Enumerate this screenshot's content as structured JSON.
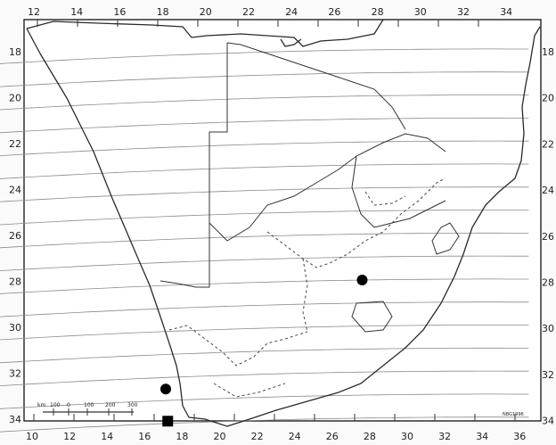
{
  "map": {
    "top_longitude_labels": [
      "12",
      "14",
      "16",
      "18",
      "20",
      "22",
      "24",
      "26",
      "28",
      "30",
      "32",
      "34"
    ],
    "bottom_longitude_labels": [
      "10",
      "12",
      "14",
      "16",
      "18",
      "20",
      "22",
      "24",
      "26",
      "28",
      "30",
      "32",
      "34",
      "36"
    ],
    "left_latitude_labels": [
      "18",
      "20",
      "22",
      "24",
      "26",
      "28",
      "30",
      "32",
      "34"
    ],
    "right_latitude_labels": [
      "18",
      "20",
      "22",
      "24",
      "26",
      "28",
      "30",
      "32",
      "34"
    ],
    "scale_bar_labels": [
      "km",
      "100",
      "0",
      "100",
      "200",
      "300"
    ],
    "corner_tag": "NBG1996",
    "colors": {
      "frame": "#222222",
      "grid": "#8a8a8a",
      "coast": "#2a2a2a",
      "marker": "#000000"
    },
    "markers": [
      {
        "name": "circle-marker",
        "shape": "circle",
        "lon": 28.2,
        "lat": -28.0
      },
      {
        "name": "circle-marker",
        "shape": "circle",
        "lon": 18.4,
        "lat": -32.5
      },
      {
        "name": "square-marker",
        "shape": "square",
        "lon": 18.5,
        "lat": -33.9
      }
    ]
  }
}
